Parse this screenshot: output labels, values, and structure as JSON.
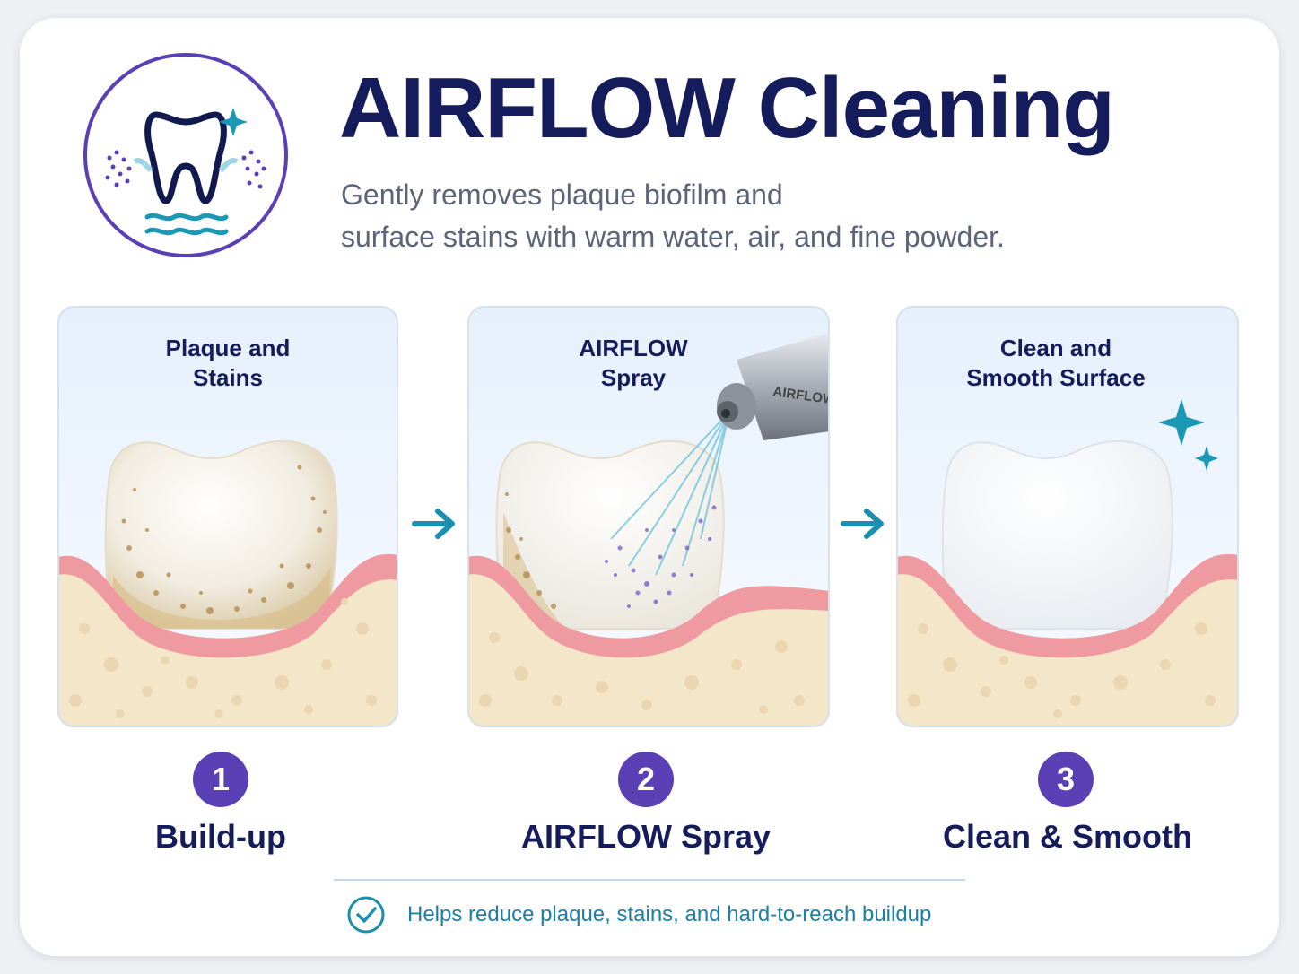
{
  "header": {
    "title": "AIRFLOW Cleaning",
    "subtitle_line1": "Gently removes plaque biofilm and",
    "subtitle_line2": "surface stains with warm water, air, and fine powder."
  },
  "icons": {
    "logo": "tooth-spray-icon",
    "arrow": "arrow-right-icon",
    "check": "check-circle-icon",
    "sparkle": "sparkle-icon",
    "handpiece": "airflow-handpiece"
  },
  "panels": [
    {
      "caption_line1": "Plaque and",
      "caption_line2": "Stains",
      "number": "1",
      "label": "Build-up"
    },
    {
      "caption_line1": "AIRFLOW",
      "caption_line2": "Spray",
      "number": "2",
      "label": "AIRFLOW Spray",
      "handpiece_text": "AIRFLOW"
    },
    {
      "caption_line1": "Clean and",
      "caption_line2": "Smooth Surface",
      "number": "3",
      "label": "Clean & Smooth"
    }
  ],
  "footer": {
    "text": "Helps reduce plaque, stains, and hard-to-reach buildup"
  },
  "colors": {
    "navy": "#151c5c",
    "purple": "#5b3fb5",
    "teal": "#1b8fb0",
    "gum": "#ef9aa0",
    "bone": "#f4e6c8",
    "stain": "#c9a56a"
  }
}
